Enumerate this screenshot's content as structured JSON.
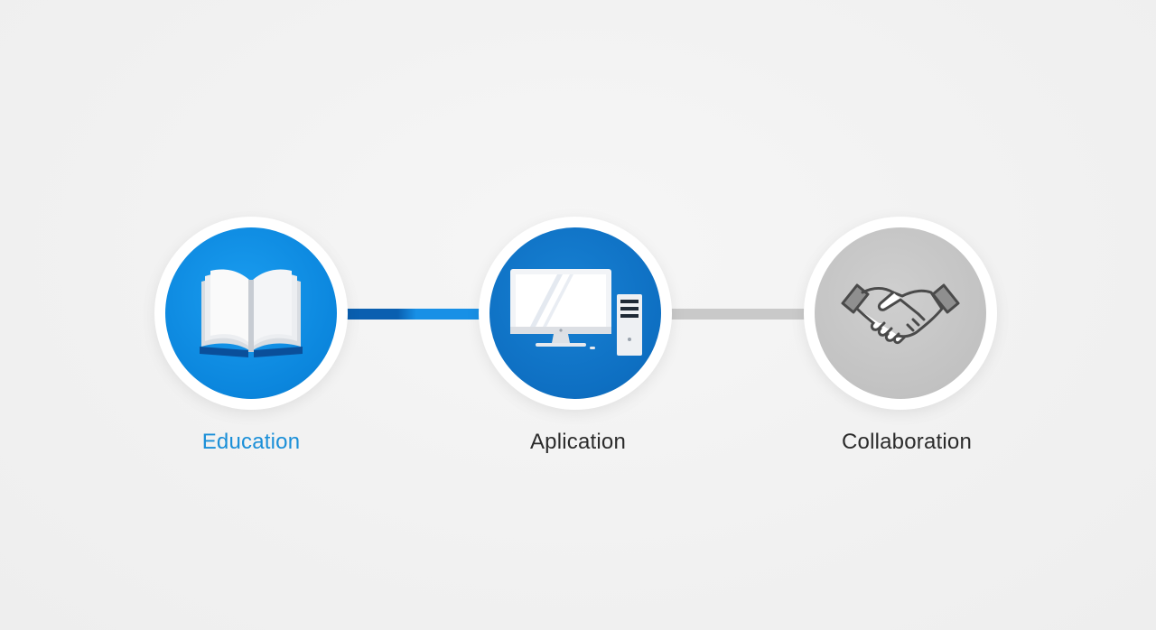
{
  "steps": [
    {
      "label": "Education",
      "icon": "open-book-icon",
      "color": "#1a8fd8",
      "disc_color": "#0b86dd"
    },
    {
      "label": "Aplication",
      "icon": "desktop-computer-icon",
      "color": "#2b2b2b",
      "disc_color": "#0e6fc2"
    },
    {
      "label": "Collaboration",
      "icon": "handshake-icon",
      "color": "#2b2b2b",
      "disc_color": "#c2c2c2"
    }
  ],
  "connectors": [
    {
      "state": "active",
      "color": "#1890e6"
    },
    {
      "state": "inactive",
      "color": "#c9c9c9"
    }
  ]
}
